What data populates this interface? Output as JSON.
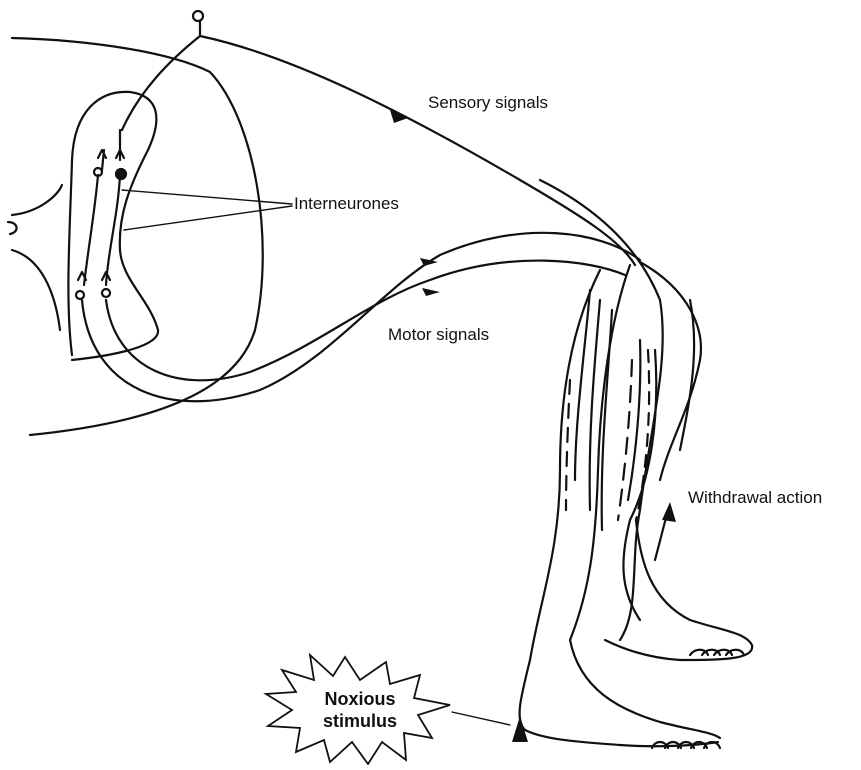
{
  "labels": {
    "sensory": "Sensory signals",
    "interneurones": "Interneurones",
    "motor": "Motor signals",
    "withdrawal": "Withdrawal action",
    "noxious_line1": "Noxious",
    "noxious_line2": "stimulus"
  },
  "colors": {
    "ink": "#111111",
    "background": "#ffffff"
  }
}
